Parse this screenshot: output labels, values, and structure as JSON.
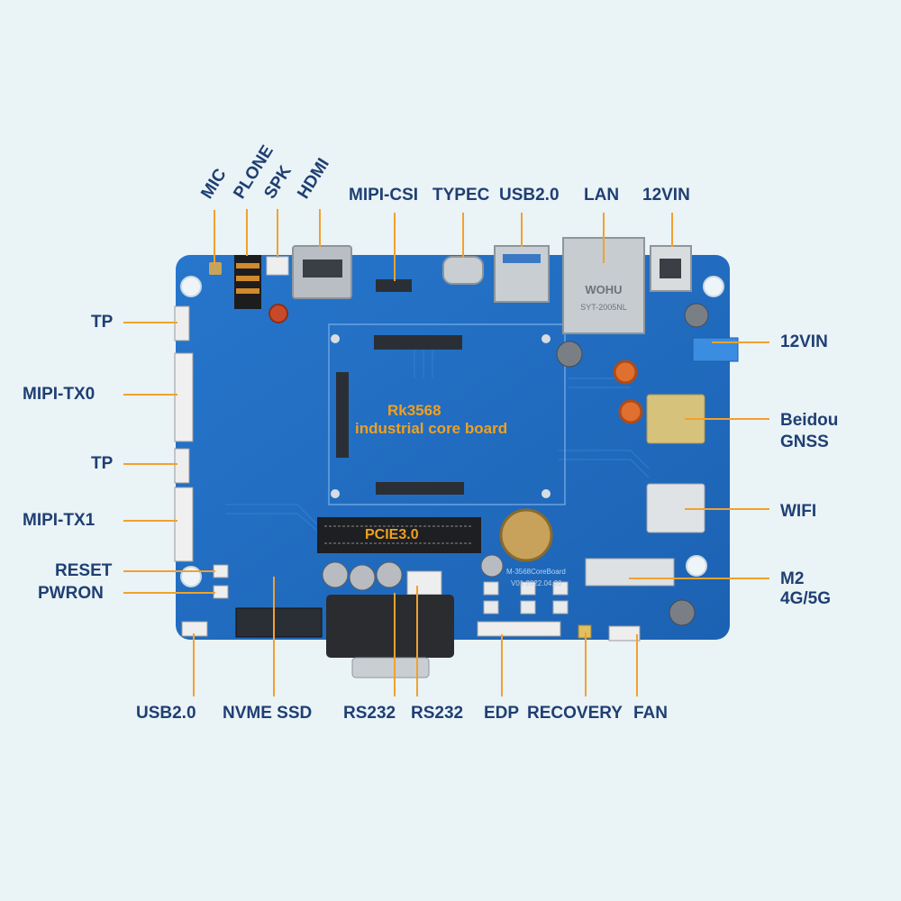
{
  "title_lines": [
    "Rk3568",
    "industrial core board"
  ],
  "pcie_label": "PCIE3.0",
  "labels": {
    "mic": "MIC",
    "plone": "PLONE",
    "spk": "SPK",
    "hdmi": "HDMI",
    "mipi_csi": "MIPI-CSI",
    "typec": "TYPEC",
    "usb20_top": "USB2.0",
    "lan": "LAN",
    "vin_top": "12VIN",
    "vin_right": "12VIN",
    "beidou": "Beidou",
    "gnss": "GNSS",
    "wifi": "WIFI",
    "m2": "M2",
    "m2_sub": "4G/5G",
    "tp1": "TP",
    "mipi_tx0": "MIPI-TX0",
    "tp2": "TP",
    "mipi_tx1": "MIPI-TX1",
    "reset": "RESET",
    "pwron": "PWRON",
    "usb20_bottom": "USB2.0",
    "nvme": "NVME SSD",
    "rs232_1": "RS232",
    "rs232_2": "RS232",
    "edp": "EDP",
    "recovery": "RECOVERY",
    "fan": "FAN"
  },
  "silkscreen": {
    "lan_jack": "WOHU",
    "lan_model": "SYT-2005NL",
    "date": "V01 2022.04.20",
    "board_id": "M-3568CoreBoard"
  },
  "colors": {
    "background": "#eaf3f6",
    "pcb": "#1f6fc4",
    "label_text": "#1f3f73",
    "leader": "#f2a12e",
    "overlay_text": "#f0a020"
  }
}
